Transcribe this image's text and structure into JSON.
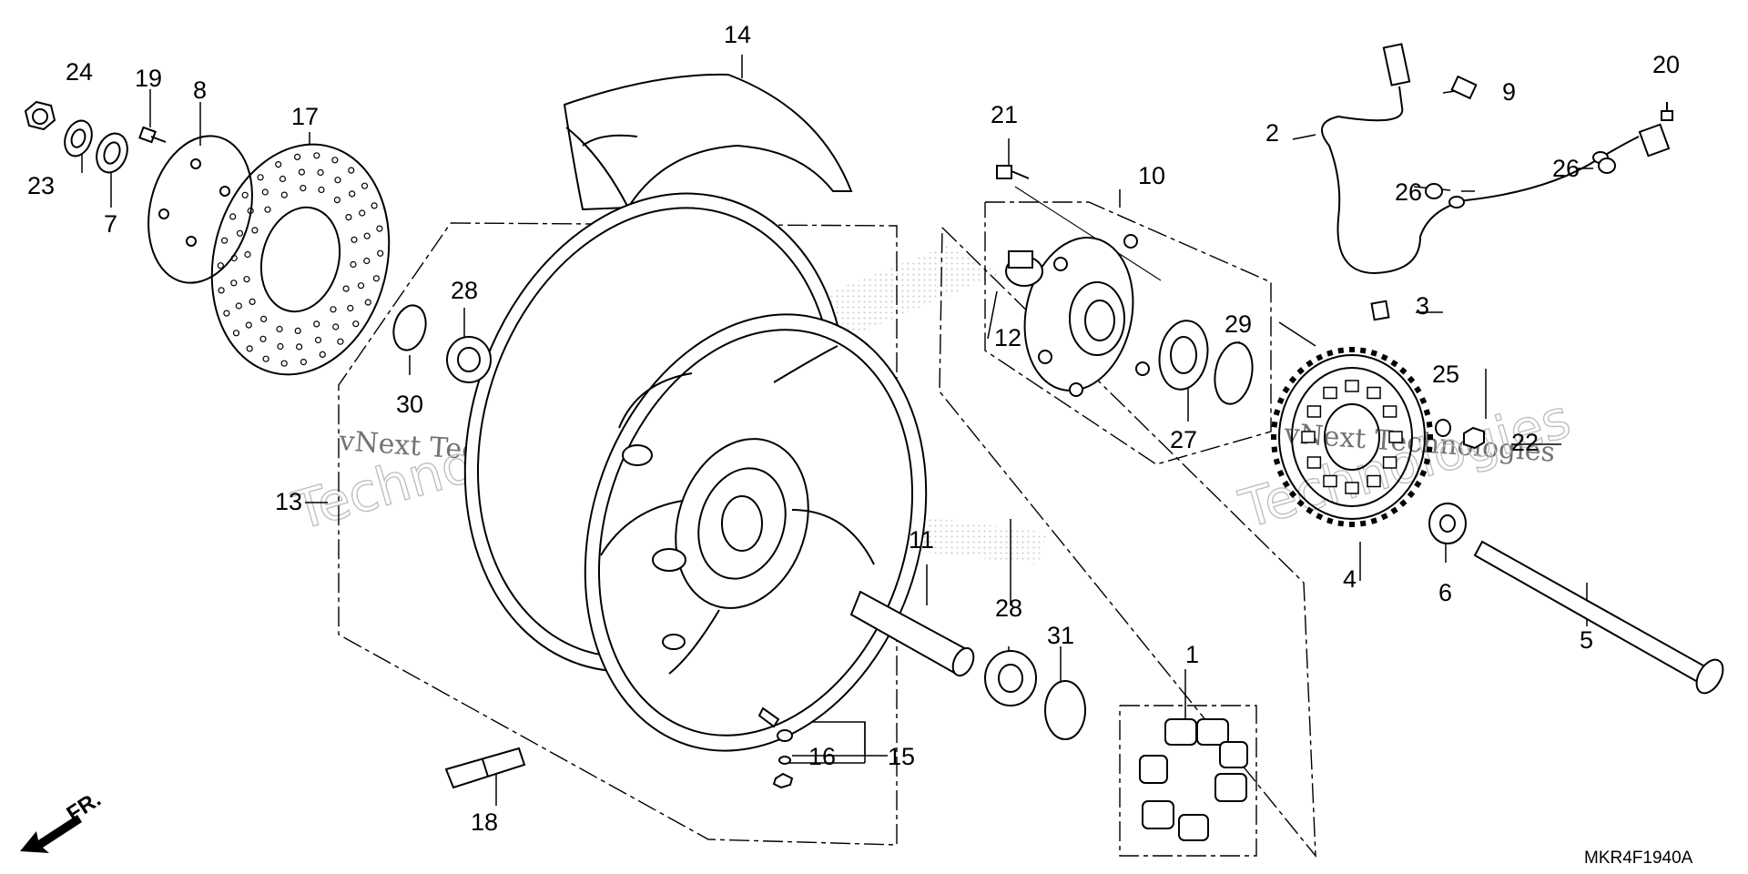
{
  "diagram": {
    "catalog_code": "MKR4F1940A",
    "direction_label": "FR.",
    "watermark": {
      "line1": "vNext Technologies",
      "line2": "Technologies"
    },
    "callouts": [
      {
        "id": "c1",
        "label": "1"
      },
      {
        "id": "c2",
        "label": "2"
      },
      {
        "id": "c3",
        "label": "3"
      },
      {
        "id": "c4",
        "label": "4"
      },
      {
        "id": "c5",
        "label": "5"
      },
      {
        "id": "c6",
        "label": "6"
      },
      {
        "id": "c7",
        "label": "7"
      },
      {
        "id": "c8",
        "label": "8"
      },
      {
        "id": "c9",
        "label": "9"
      },
      {
        "id": "c10",
        "label": "10"
      },
      {
        "id": "c11",
        "label": "11"
      },
      {
        "id": "c12",
        "label": "12"
      },
      {
        "id": "c13",
        "label": "13"
      },
      {
        "id": "c14",
        "label": "14"
      },
      {
        "id": "c15",
        "label": "15"
      },
      {
        "id": "c16",
        "label": "16"
      },
      {
        "id": "c17",
        "label": "17"
      },
      {
        "id": "c18",
        "label": "18"
      },
      {
        "id": "c19",
        "label": "19"
      },
      {
        "id": "c20",
        "label": "20"
      },
      {
        "id": "c21",
        "label": "21"
      },
      {
        "id": "c22",
        "label": "22"
      },
      {
        "id": "c23",
        "label": "23"
      },
      {
        "id": "c24",
        "label": "24"
      },
      {
        "id": "c25",
        "label": "25"
      },
      {
        "id": "c26a",
        "label": "26"
      },
      {
        "id": "c26b",
        "label": "26"
      },
      {
        "id": "c27",
        "label": "27"
      },
      {
        "id": "c28a",
        "label": "28"
      },
      {
        "id": "c28b",
        "label": "28"
      },
      {
        "id": "c29",
        "label": "29"
      },
      {
        "id": "c30",
        "label": "30"
      },
      {
        "id": "c31",
        "label": "31"
      }
    ]
  }
}
